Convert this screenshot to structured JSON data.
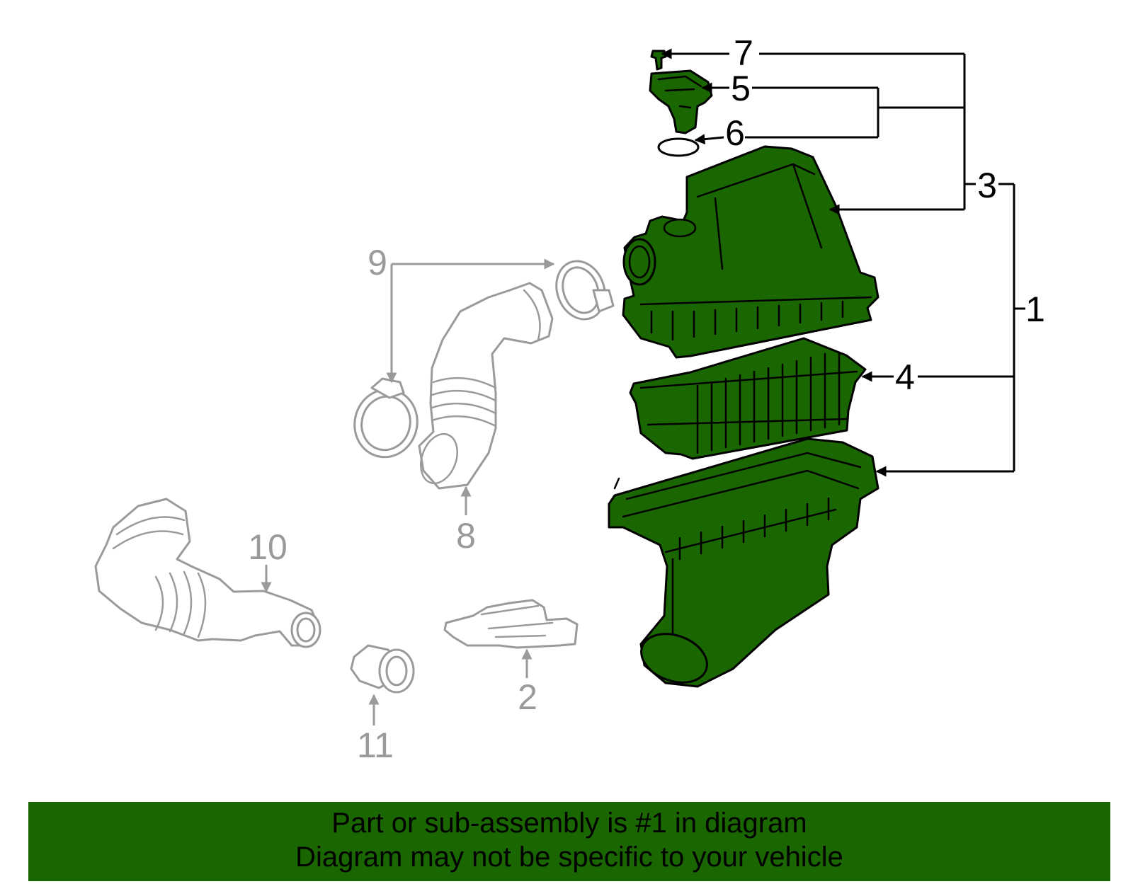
{
  "callouts": {
    "c1": "1",
    "c2": "2",
    "c3": "3",
    "c4": "4",
    "c5": "5",
    "c6": "6",
    "c7": "7",
    "c8": "8",
    "c9": "9",
    "c10": "10",
    "c11": "11"
  },
  "banner": {
    "line1": "Part or sub-assembly is #1 in diagram",
    "line2": "Diagram may not be specific to your vehicle"
  },
  "colors": {
    "highlight_part": "#1a6600",
    "banner_background": "#1a6600",
    "other_parts": "#9a9a9a",
    "leader_lines": "#000000"
  }
}
